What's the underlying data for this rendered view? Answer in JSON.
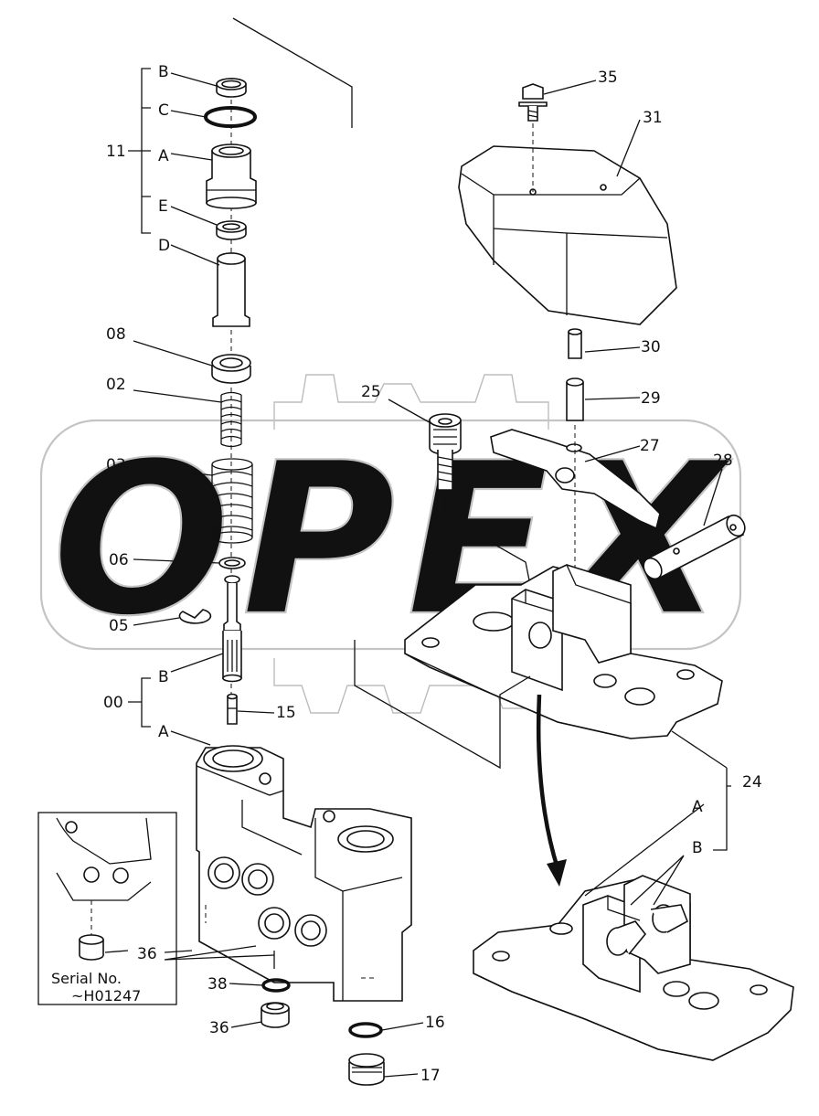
{
  "watermark": {
    "text": "OPEX"
  },
  "labels": {
    "group_11": "11",
    "group_00": "00",
    "b_top": "B",
    "c": "C",
    "a_top": "A",
    "e": "E",
    "d": "D",
    "p08": "08",
    "p02": "02",
    "p03": "03",
    "p06": "06",
    "p05": "05",
    "b_mid": "B",
    "a_mid": "A",
    "p15": "15",
    "p35": "35",
    "p31": "31",
    "p30": "30",
    "p29": "29",
    "p25": "25",
    "p27": "27",
    "p28": "28",
    "p24": "24",
    "a_right": "A",
    "b_right": "B",
    "p36_inset": "36",
    "p38": "38",
    "p36": "36",
    "p16": "16",
    "p17": "17"
  },
  "inset": {
    "serial_label": "Serial No.",
    "serial_value": "~H01247"
  }
}
